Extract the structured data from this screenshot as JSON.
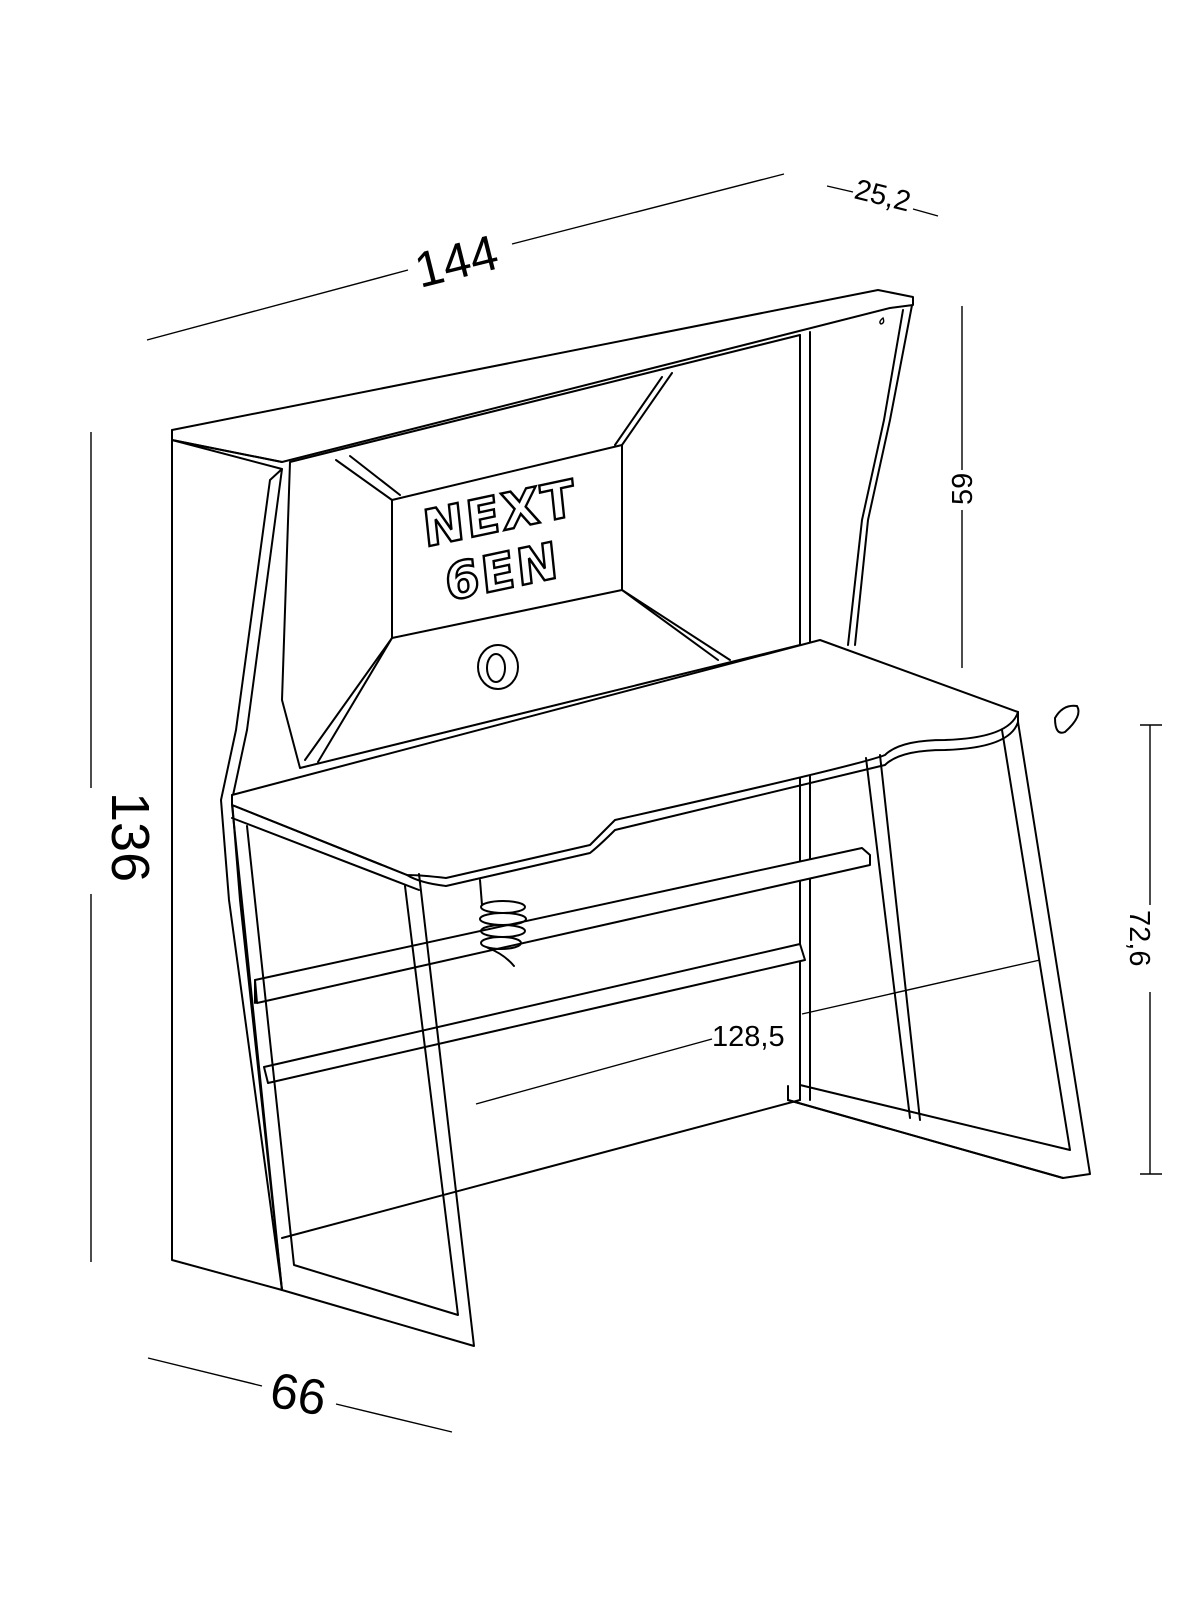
{
  "dimensions": {
    "total_width": "144",
    "top_depth": "25,2",
    "hutch_height": "59",
    "total_height": "136",
    "desk_height": "72,6",
    "inner_width": "128,5",
    "desk_depth": "66"
  },
  "logo": {
    "line1": "NEXT",
    "line2": "6EN"
  }
}
